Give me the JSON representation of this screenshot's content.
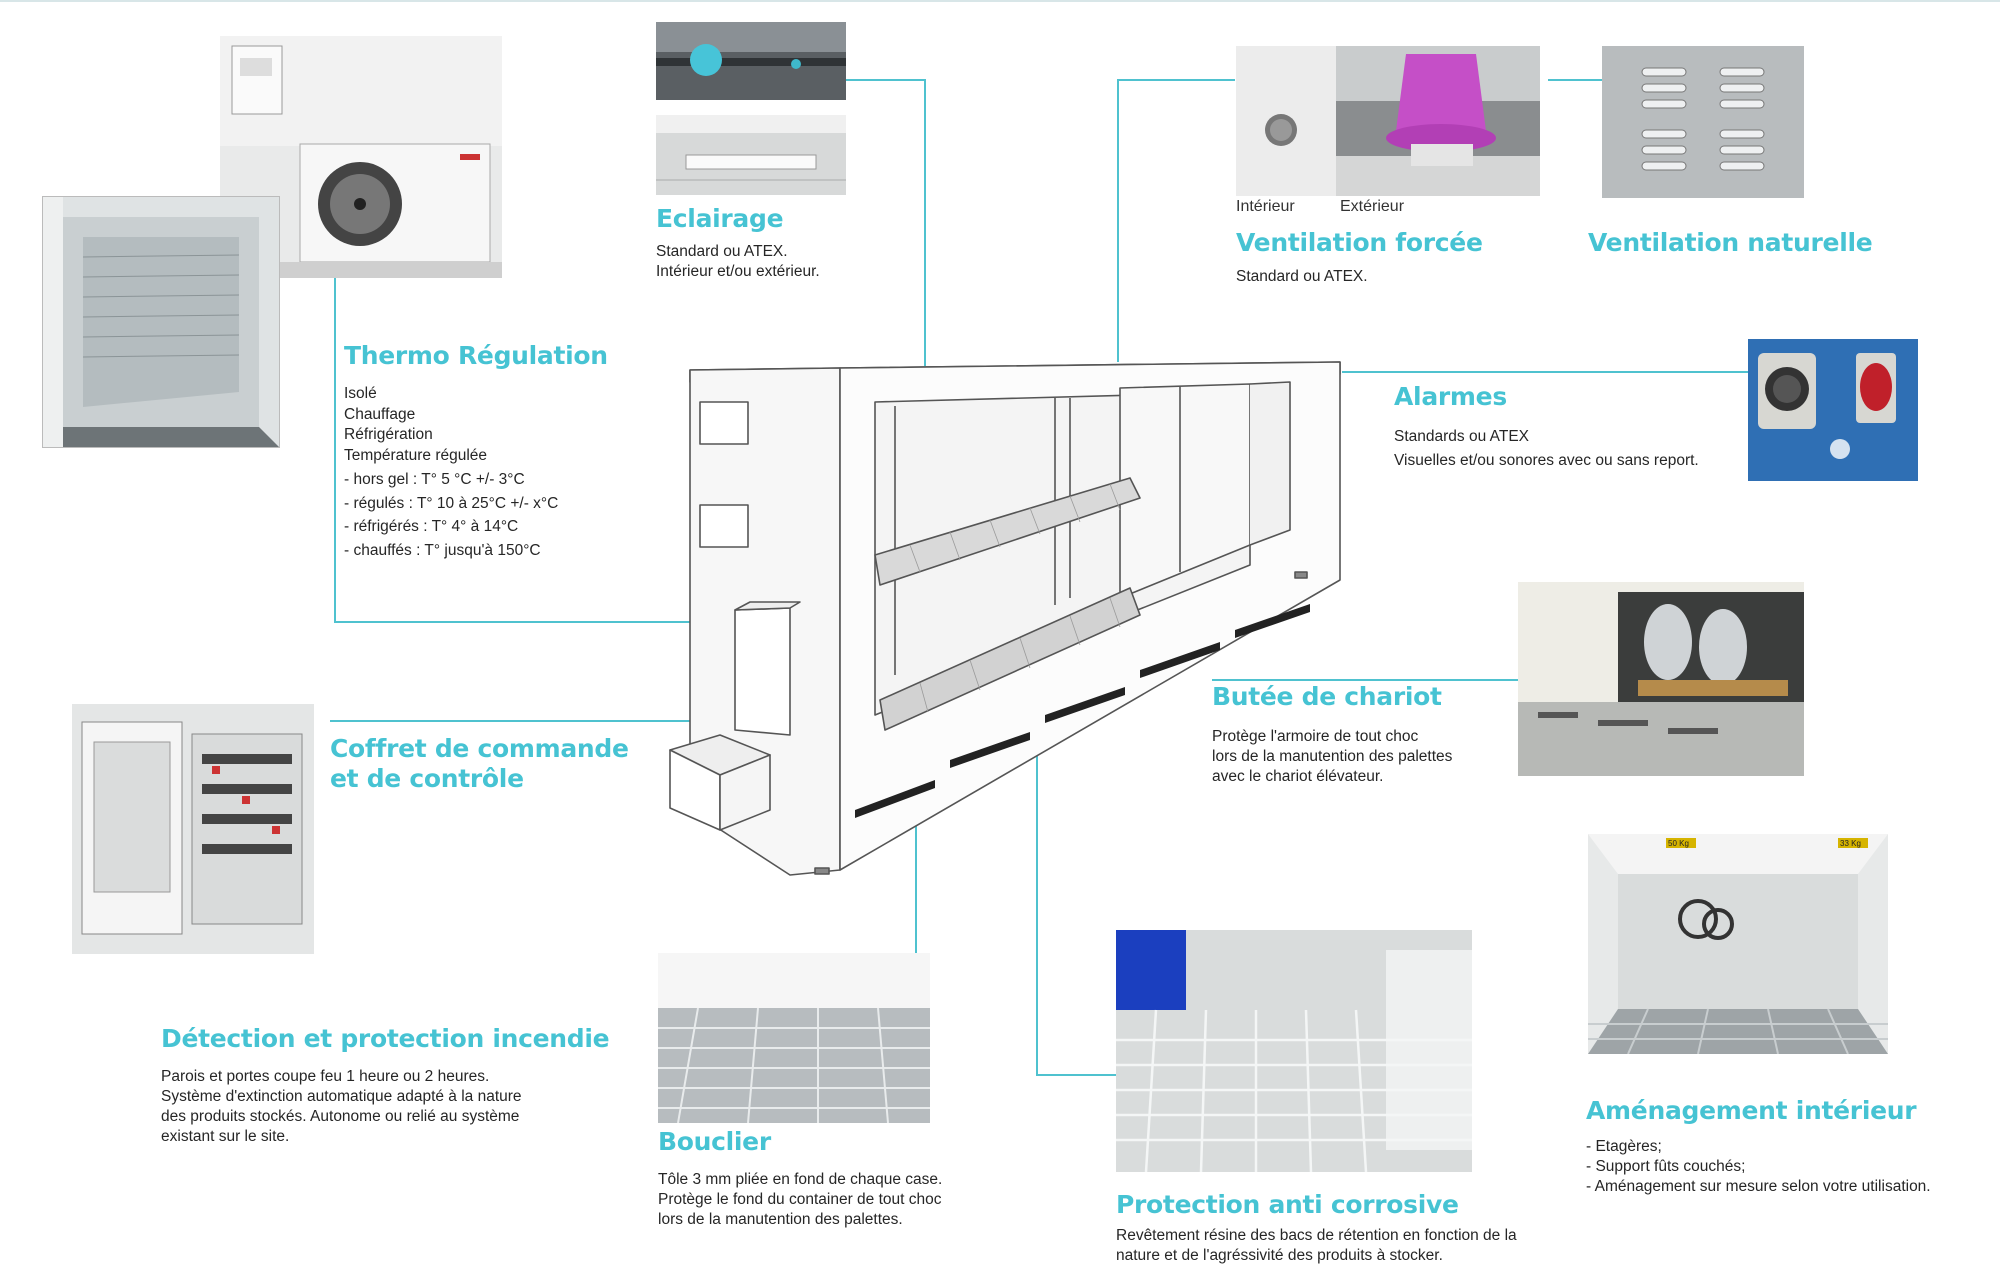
{
  "colors": {
    "accent": "#46c3d3",
    "line": "#4fc2cf",
    "text": "#262626"
  },
  "sections": {
    "eclairage": {
      "title": "Eclairage",
      "lines": [
        "Standard ou ATEX.",
        "Intérieur et/ou extérieur."
      ]
    },
    "ventilation_forcee": {
      "title": "Ventilation forcée",
      "lines": [
        "Standard ou ATEX."
      ],
      "captions": [
        "Intérieur",
        "Extérieur"
      ]
    },
    "ventilation_naturelle": {
      "title": "Ventilation naturelle"
    },
    "thermo": {
      "title": "Thermo Régulation",
      "lines": [
        "Isolé",
        "Chauffage",
        "Réfrigération",
        "Température régulée",
        "- hors gel : T° 5 °C +/- 3°C",
        "- régulés : T° 10 à 25°C +/- x°C",
        "- réfrigérés : T° 4° à 14°C",
        "- chauffés : T° jusqu'à 150°C"
      ]
    },
    "alarmes": {
      "title": "Alarmes",
      "lines": [
        "Standards ou ATEX",
        "Visuelles et/ou sonores avec ou sans report."
      ]
    },
    "butee": {
      "title": "Butée de chariot",
      "lines": [
        "Protège l'armoire de tout choc",
        "lors de la manutention des palettes",
        "avec le chariot élévateur."
      ]
    },
    "coffret": {
      "title_line1": "Coffret de commande",
      "title_line2": "et de contrôle"
    },
    "incendie": {
      "title": "Détection et protection incendie",
      "lines": [
        "Parois et portes coupe feu 1 heure ou 2 heures.",
        "Système d'extinction automatique adapté à la nature",
        "des produits stockés. Autonome ou relié au système",
        "existant sur le site."
      ]
    },
    "bouclier": {
      "title": "Bouclier",
      "lines": [
        "Tôle 3 mm pliée en fond de chaque case.",
        "Protège le fond du container de tout choc",
        "lors de la manutention des palettes."
      ]
    },
    "corrosion": {
      "title": "Protection anti corrosive",
      "lines": [
        "Revêtement résine des bacs de rétention en fonction de la",
        "nature et de l'agréssivité des produits à stocker."
      ]
    },
    "amenagement": {
      "title": "Aménagement intérieur",
      "lines": [
        "- Etagères;",
        "- Support fûts couchés;",
        "- Aménagement sur mesure selon votre utilisation."
      ],
      "photo_labels": [
        "50 Kg",
        "33 Kg"
      ]
    }
  }
}
